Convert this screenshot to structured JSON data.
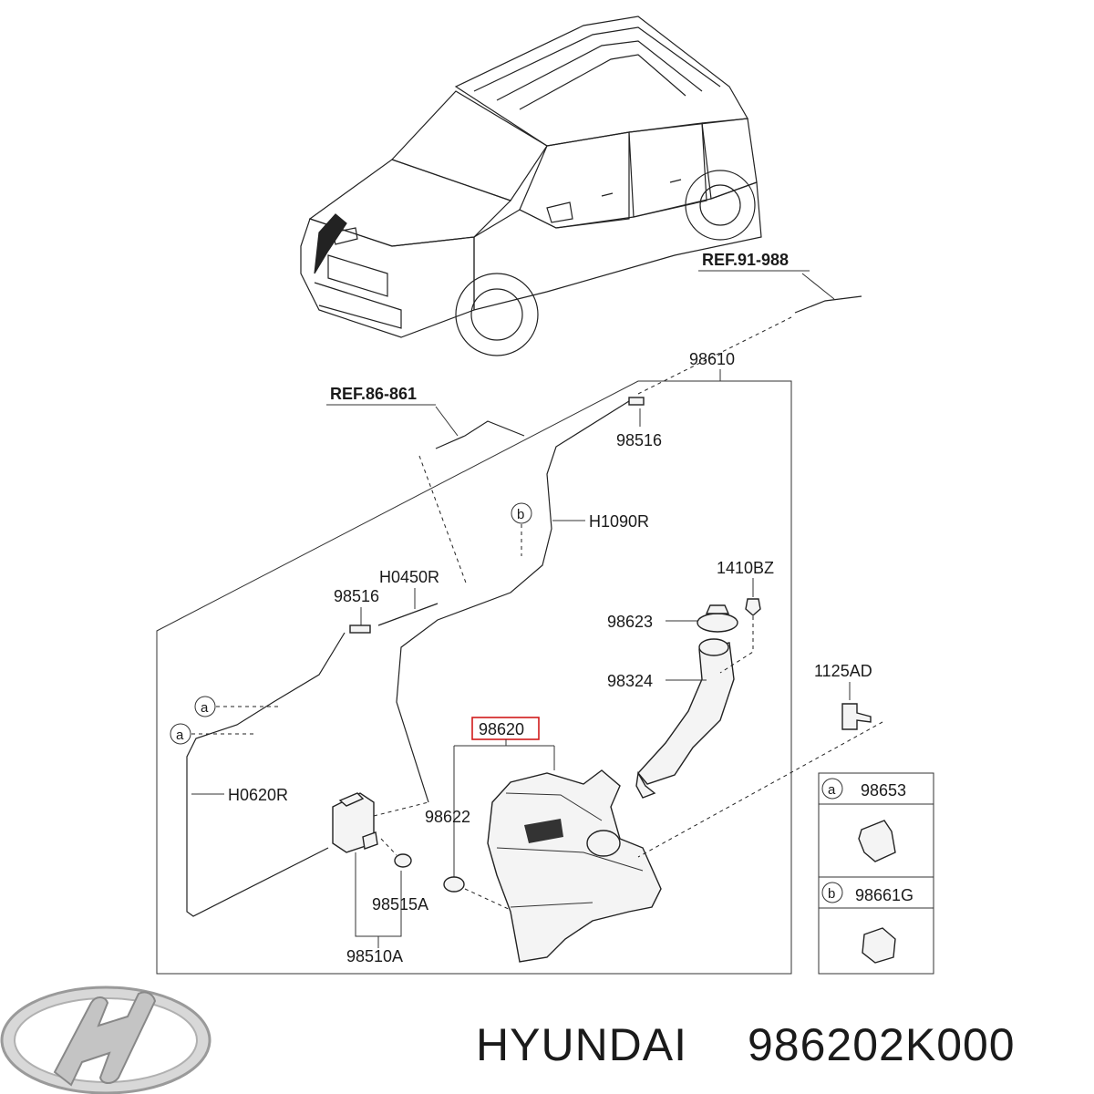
{
  "diagram": {
    "refs": {
      "ref_91": "REF.91-988",
      "ref_86": "REF.86-861"
    },
    "parts": {
      "p98610": "98610",
      "p98516_top": "98516",
      "p98516_left": "98516",
      "h1090r": "H1090R",
      "h0450r": "H0450R",
      "p1410bz": "1410BZ",
      "p98623": "98623",
      "p98324": "98324",
      "p1125ad": "1125AD",
      "p98620": "98620",
      "p98622": "98622",
      "h0620r": "H0620R",
      "p98515a": "98515A",
      "p98510a": "98510A"
    },
    "callouts": {
      "a": "a",
      "b": "b"
    },
    "legend": {
      "a_letter": "a",
      "a_part": "98653",
      "b_letter": "b",
      "b_part": "98661G"
    },
    "highlight_color": "#d11a1a"
  },
  "footer": {
    "brand": "HYUNDAI",
    "part_number": "986202K000"
  },
  "icons": {
    "logo": "hyundai-logo-icon",
    "vehicle": "vehicle-outline-icon"
  }
}
